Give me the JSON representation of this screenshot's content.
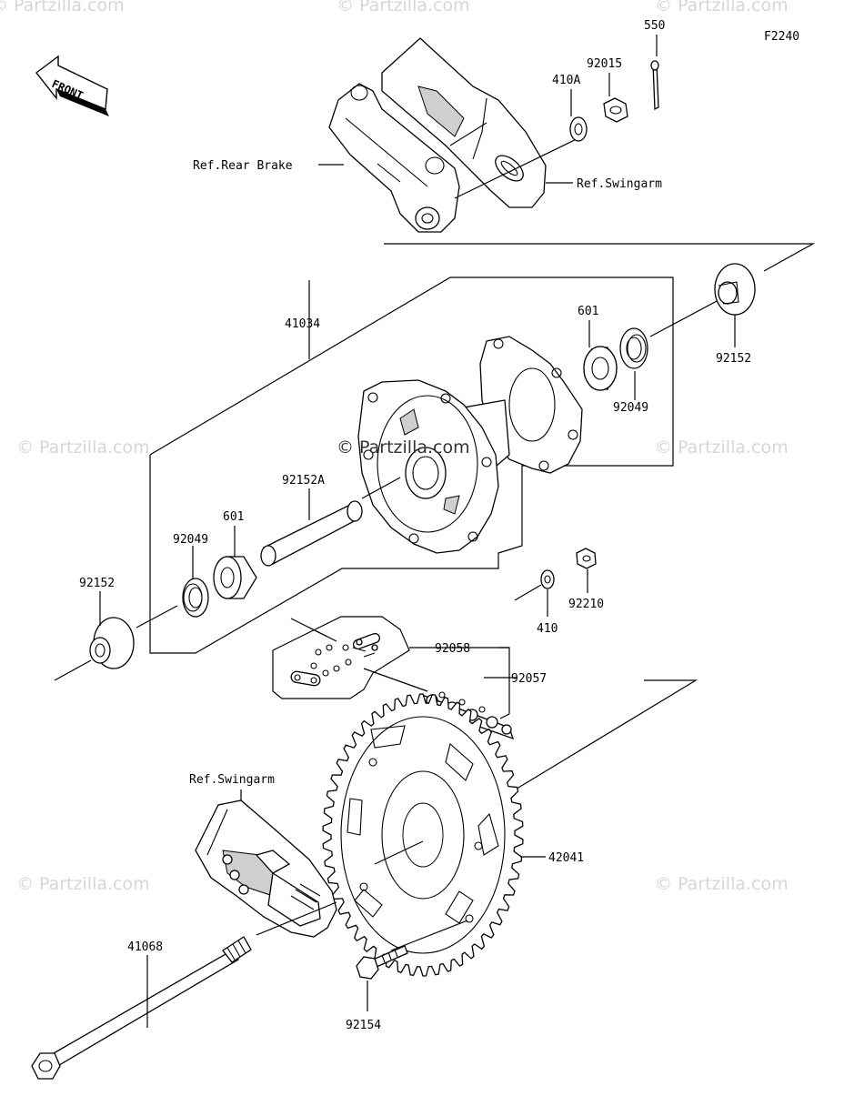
{
  "diagram": {
    "code": "F2240",
    "front_label": "FRONT",
    "watermark": "© Partzilla.com",
    "watermark_center": "© Partzilla.com",
    "refs": {
      "rear_brake": "Ref.Rear Brake",
      "swingarm_top": "Ref.Swingarm",
      "swingarm_bottom": "Ref.Swingarm"
    },
    "parts": {
      "p550": "550",
      "p92015": "92015",
      "p410A": "410A",
      "p41034": "41034",
      "p601_r": "601",
      "p92152_r": "92152",
      "p92049_r": "92049",
      "p92152A": "92152A",
      "p601_l": "601",
      "p92049_l": "92049",
      "p92152_l": "92152",
      "p410": "410",
      "p92210": "92210",
      "p92058": "92058",
      "p92057": "92057",
      "p42041": "42041",
      "p41068": "41068",
      "p92154": "92154"
    }
  }
}
